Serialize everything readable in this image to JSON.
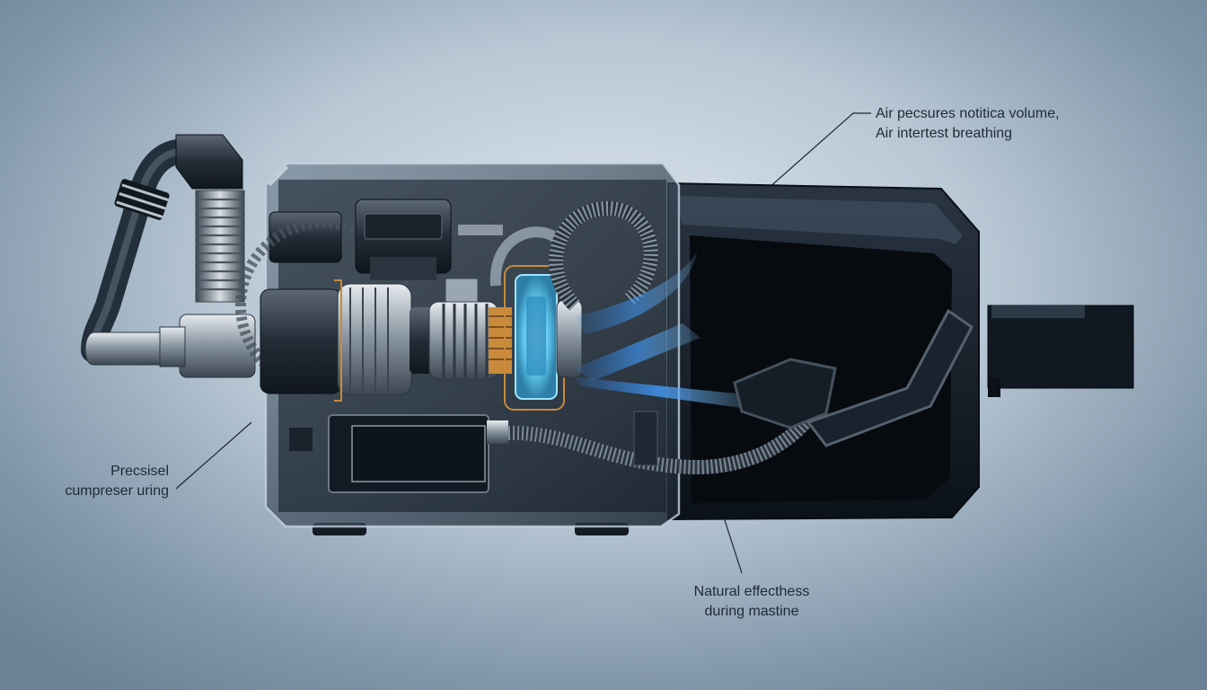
{
  "diagram": {
    "callouts": {
      "top": {
        "line1": "Air pecsures notitica volume,",
        "line2": "Air intertest breathing"
      },
      "left": {
        "line1": "Precsisel",
        "line2": "cumpreser uring"
      },
      "bottom": {
        "line1": "Natural effecthess",
        "line2": "during mastine"
      }
    },
    "colors": {
      "background": "#b9c8d5",
      "housing": "#111a24",
      "glass": "#3a4b5c",
      "air_flow": "#3f8fe0",
      "copper_accent": "#c98a3c",
      "rotor_glow": "#5fd0f0",
      "metal": "#9aa6b1"
    }
  }
}
